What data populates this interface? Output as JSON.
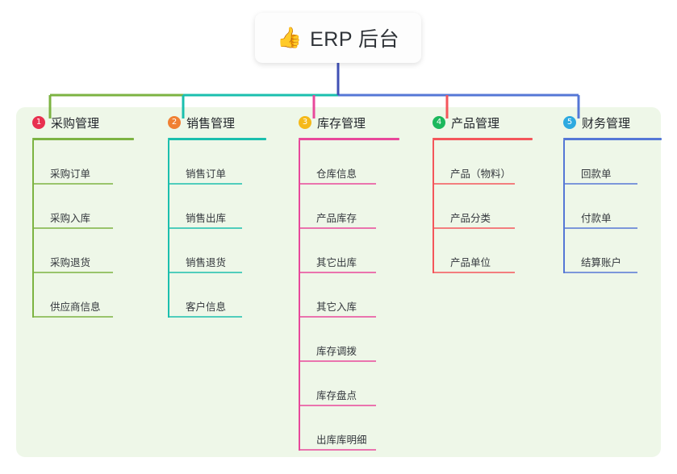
{
  "diagram": {
    "type": "mindmap",
    "root": {
      "icon": "thumbs-up-emoji",
      "emoji": "👍",
      "title": "ERP 后台"
    },
    "palette": {
      "panel_bg": "#eef7e8",
      "page_bg": "#ffffff",
      "root_stem": "#4051b5",
      "text": "#33373c"
    },
    "branches": [
      {
        "number": "1",
        "title": "采购管理",
        "badge_color": "#e8304f",
        "line_color": "#7cb342",
        "items": [
          "采购订单",
          "采购入库",
          "采购退货",
          "供应商信息"
        ]
      },
      {
        "number": "2",
        "title": "销售管理",
        "badge_color": "#f08033",
        "line_color": "#1bbfae",
        "items": [
          "销售订单",
          "销售出库",
          "销售退货",
          "客户信息"
        ]
      },
      {
        "number": "3",
        "title": "库存管理",
        "badge_color": "#f5b919",
        "line_color": "#e8489b",
        "items": [
          "仓库信息",
          "产品库存",
          "其它出库",
          "其它入库",
          "库存调拨",
          "库存盘点",
          "出库库明细"
        ]
      },
      {
        "number": "4",
        "title": "产品管理",
        "badge_color": "#1cb85c",
        "line_color": "#f4565b",
        "items": [
          "产品（物料）",
          "产品分类",
          "产品单位"
        ]
      },
      {
        "number": "5",
        "title": "财务管理",
        "badge_color": "#2eaae0",
        "line_color": "#5577d6",
        "items": [
          "回款单",
          "付款单",
          "结算账户"
        ]
      }
    ]
  }
}
